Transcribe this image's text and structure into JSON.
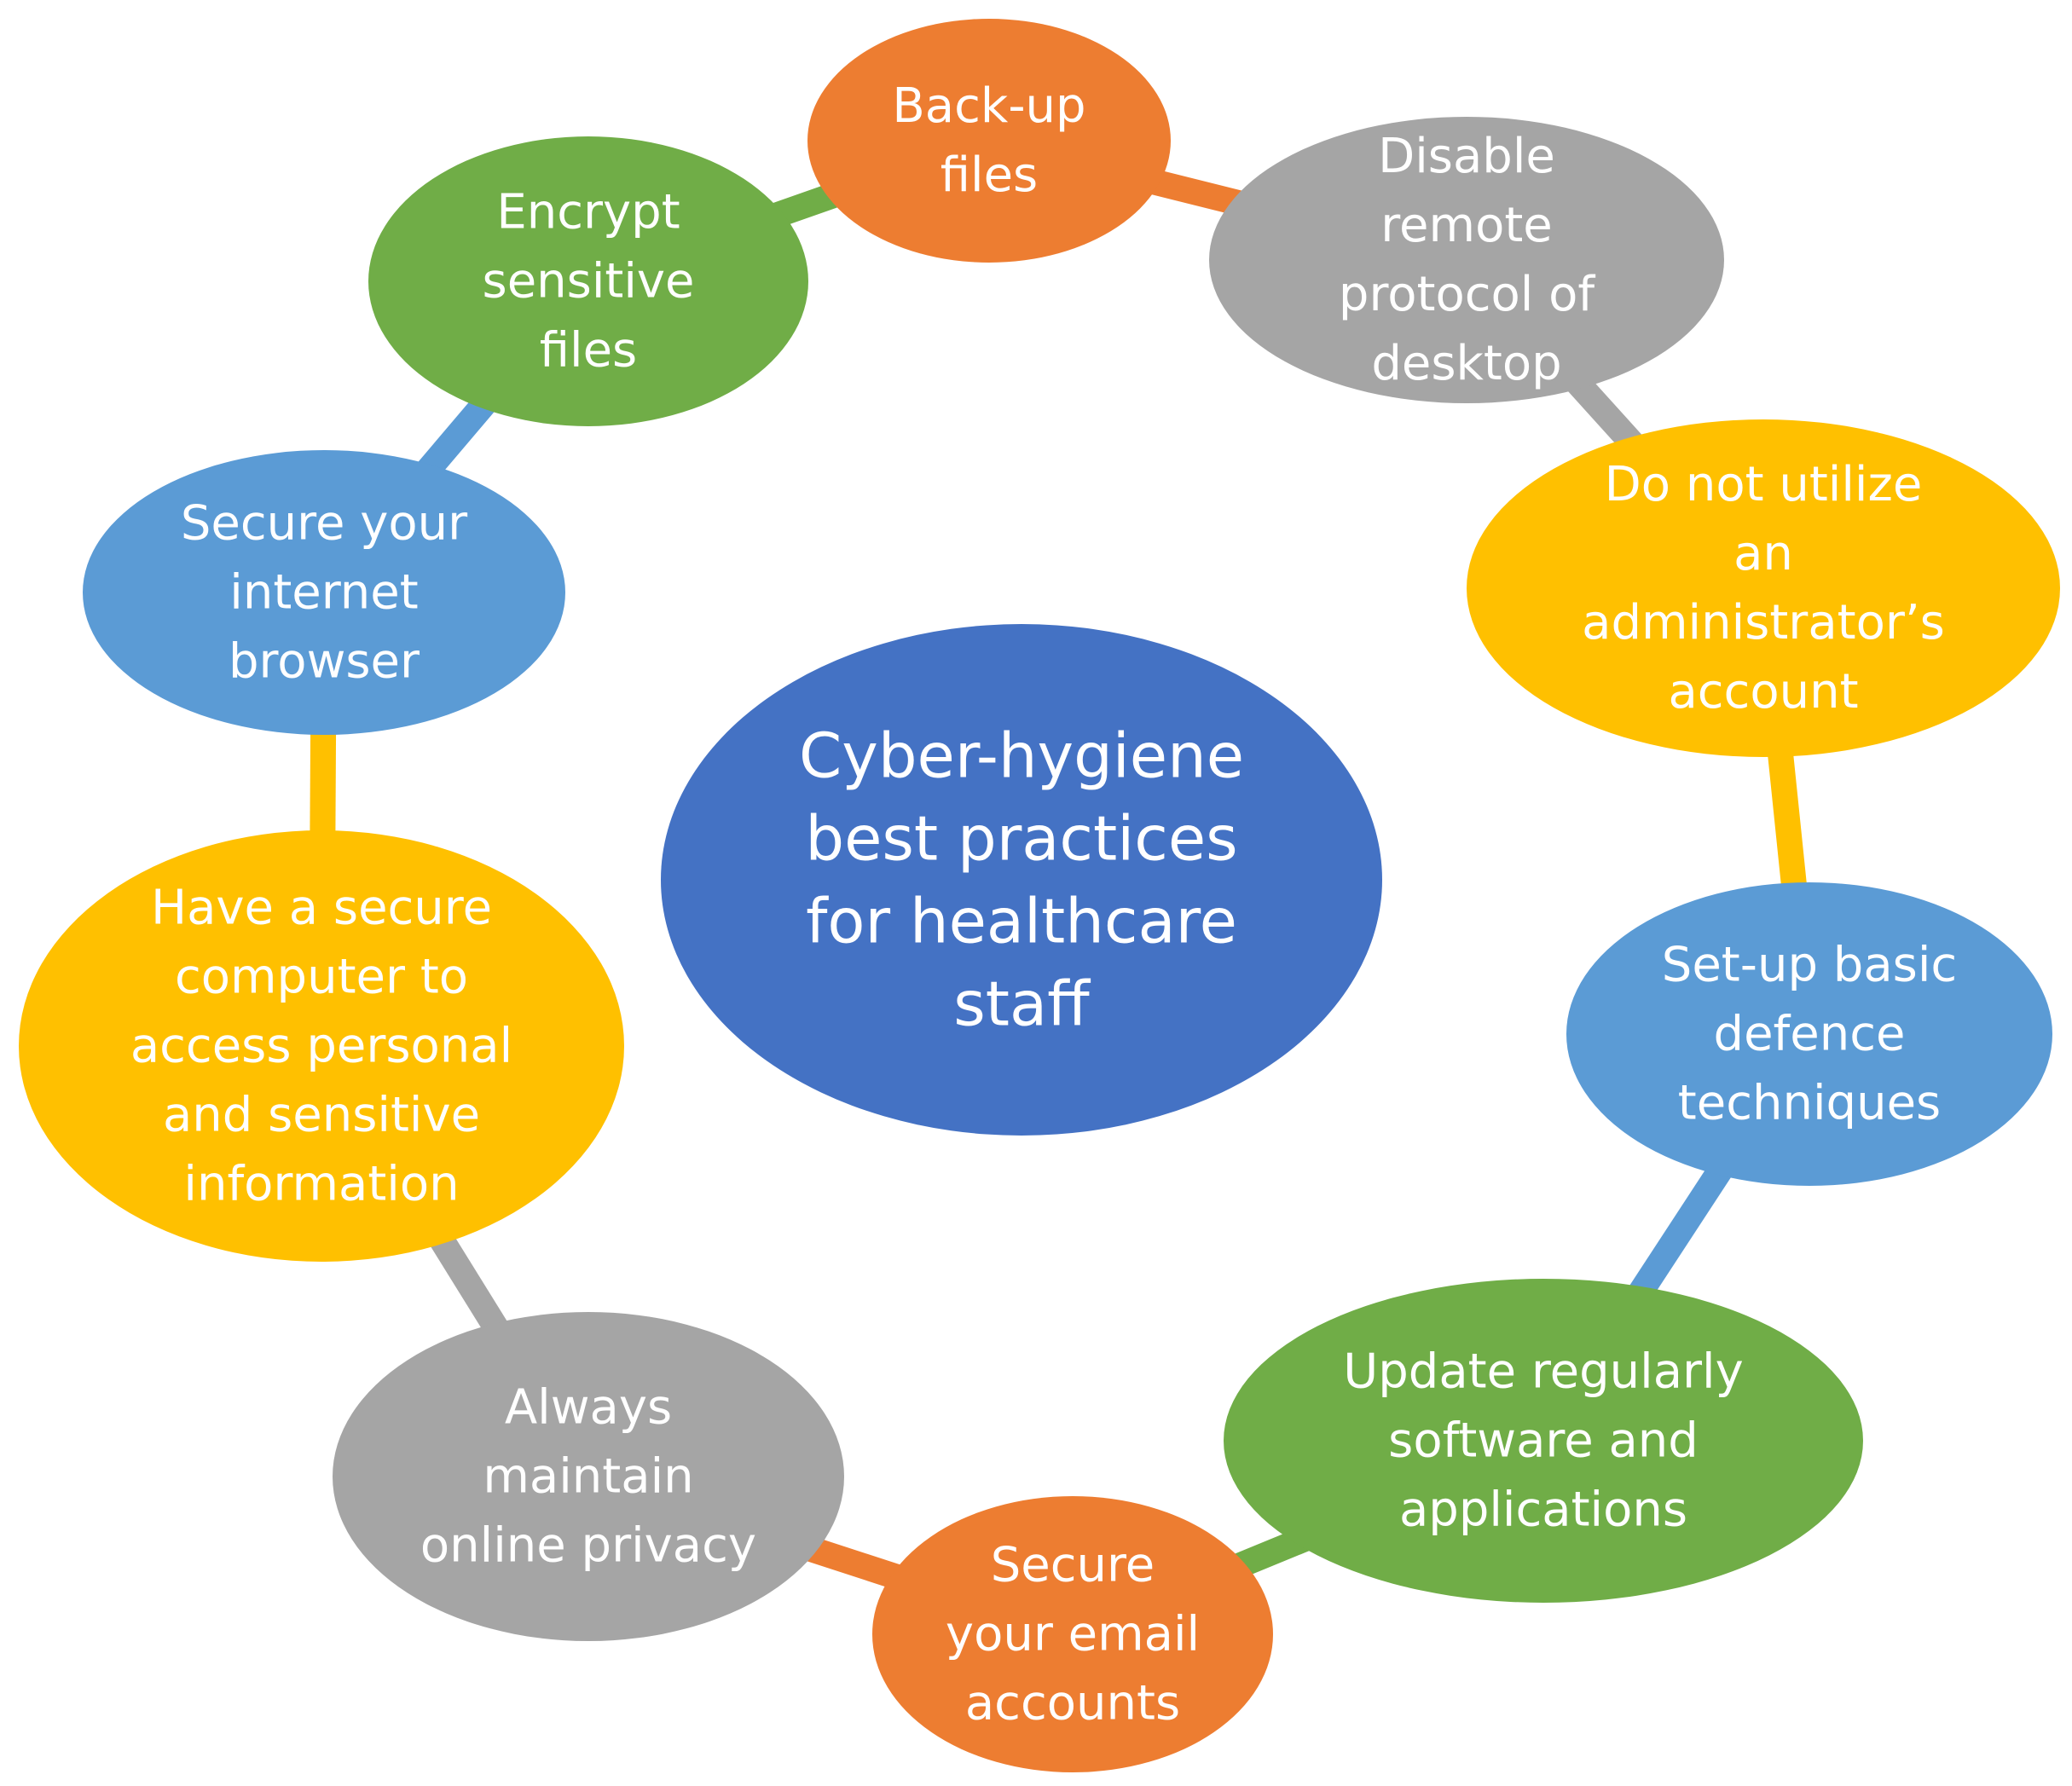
{
  "center": {
    "lines": [
      "Cyber-hygiene",
      "best practices",
      "for healthcare",
      "staff"
    ],
    "color": "#4472C4"
  },
  "nodes": [
    {
      "id": "backup-files",
      "lines": [
        "Back-up",
        "files"
      ],
      "color": "#ED7D31"
    },
    {
      "id": "disable-remote-protocol",
      "lines": [
        "Disable",
        "remote",
        "protocol of",
        "desktop"
      ],
      "color": "#A5A5A5"
    },
    {
      "id": "no-admin-account",
      "lines": [
        "Do not utilize",
        "an",
        "administrator’s",
        "account"
      ],
      "color": "#FFC000"
    },
    {
      "id": "basic-defence",
      "lines": [
        "Set-up basic",
        "defence",
        "techniques"
      ],
      "color": "#5B9BD5"
    },
    {
      "id": "update-software",
      "lines": [
        "Update regularly",
        "software and",
        "applications"
      ],
      "color": "#70AD47"
    },
    {
      "id": "secure-email",
      "lines": [
        "Secure",
        "your email",
        "accounts"
      ],
      "color": "#ED7D31"
    },
    {
      "id": "online-privacy",
      "lines": [
        "Always",
        "maintain",
        "online privacy"
      ],
      "color": "#A5A5A5"
    },
    {
      "id": "secure-computer",
      "lines": [
        "Have a secure",
        "computer to",
        "access personal",
        "and sensitive",
        "information"
      ],
      "color": "#FFC000"
    },
    {
      "id": "secure-browser",
      "lines": [
        "Secure your",
        "internet",
        "browser"
      ],
      "color": "#5B9BD5"
    },
    {
      "id": "encrypt-files",
      "lines": [
        "Encrypt",
        "sensitive",
        "files"
      ],
      "color": "#70AD47"
    }
  ]
}
